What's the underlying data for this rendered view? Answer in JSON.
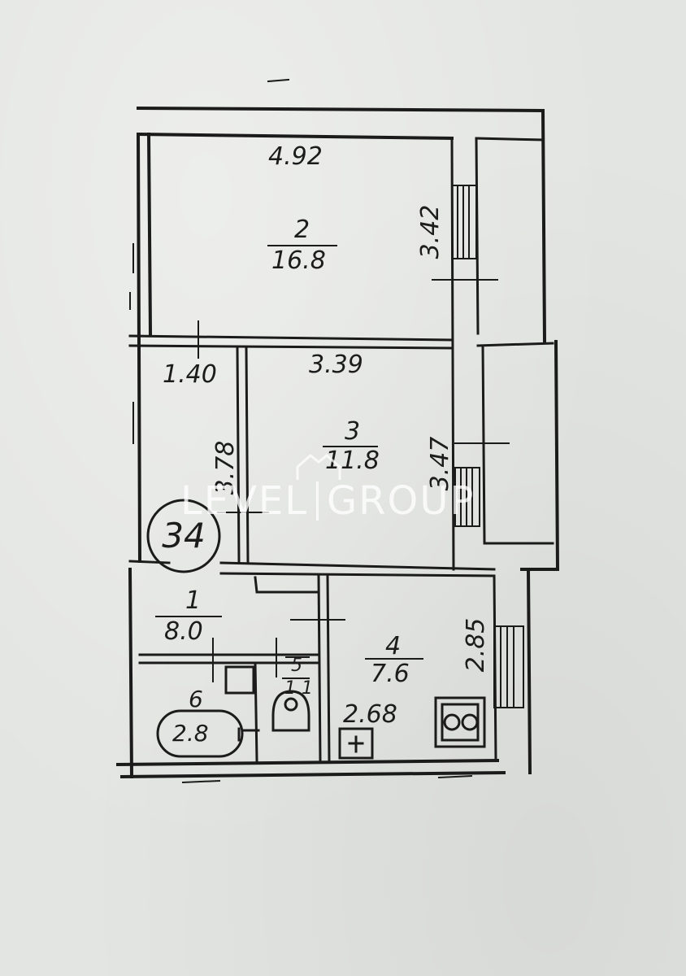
{
  "floorplan": {
    "apartment_number": "34",
    "rooms": [
      {
        "number": "1",
        "area": "8.0"
      },
      {
        "number": "2",
        "area": "16.8"
      },
      {
        "number": "3",
        "area": "11.8"
      },
      {
        "number": "4",
        "area": "7.6"
      },
      {
        "number": "5",
        "area": "1.1"
      },
      {
        "number": "6",
        "area": "2.8"
      }
    ],
    "dimensions": {
      "room2_width": "4.92",
      "room2_depth": "3.42",
      "hall_width": "1.40",
      "room3_width": "3.39",
      "room3_depth": "3.47",
      "hall_length": "3.78",
      "kitchen_depth": "2.85",
      "kitchen_width": "2.68"
    },
    "fixtures": [
      "bathtub-icon",
      "toilet-icon",
      "sink-icon",
      "stove-icon"
    ]
  },
  "watermark": {
    "left": "LEVEL",
    "right": "GROUP"
  },
  "colors": {
    "paper": "#e3e5e2",
    "ink": "#1c1c1c",
    "watermark": "#ffffff"
  }
}
